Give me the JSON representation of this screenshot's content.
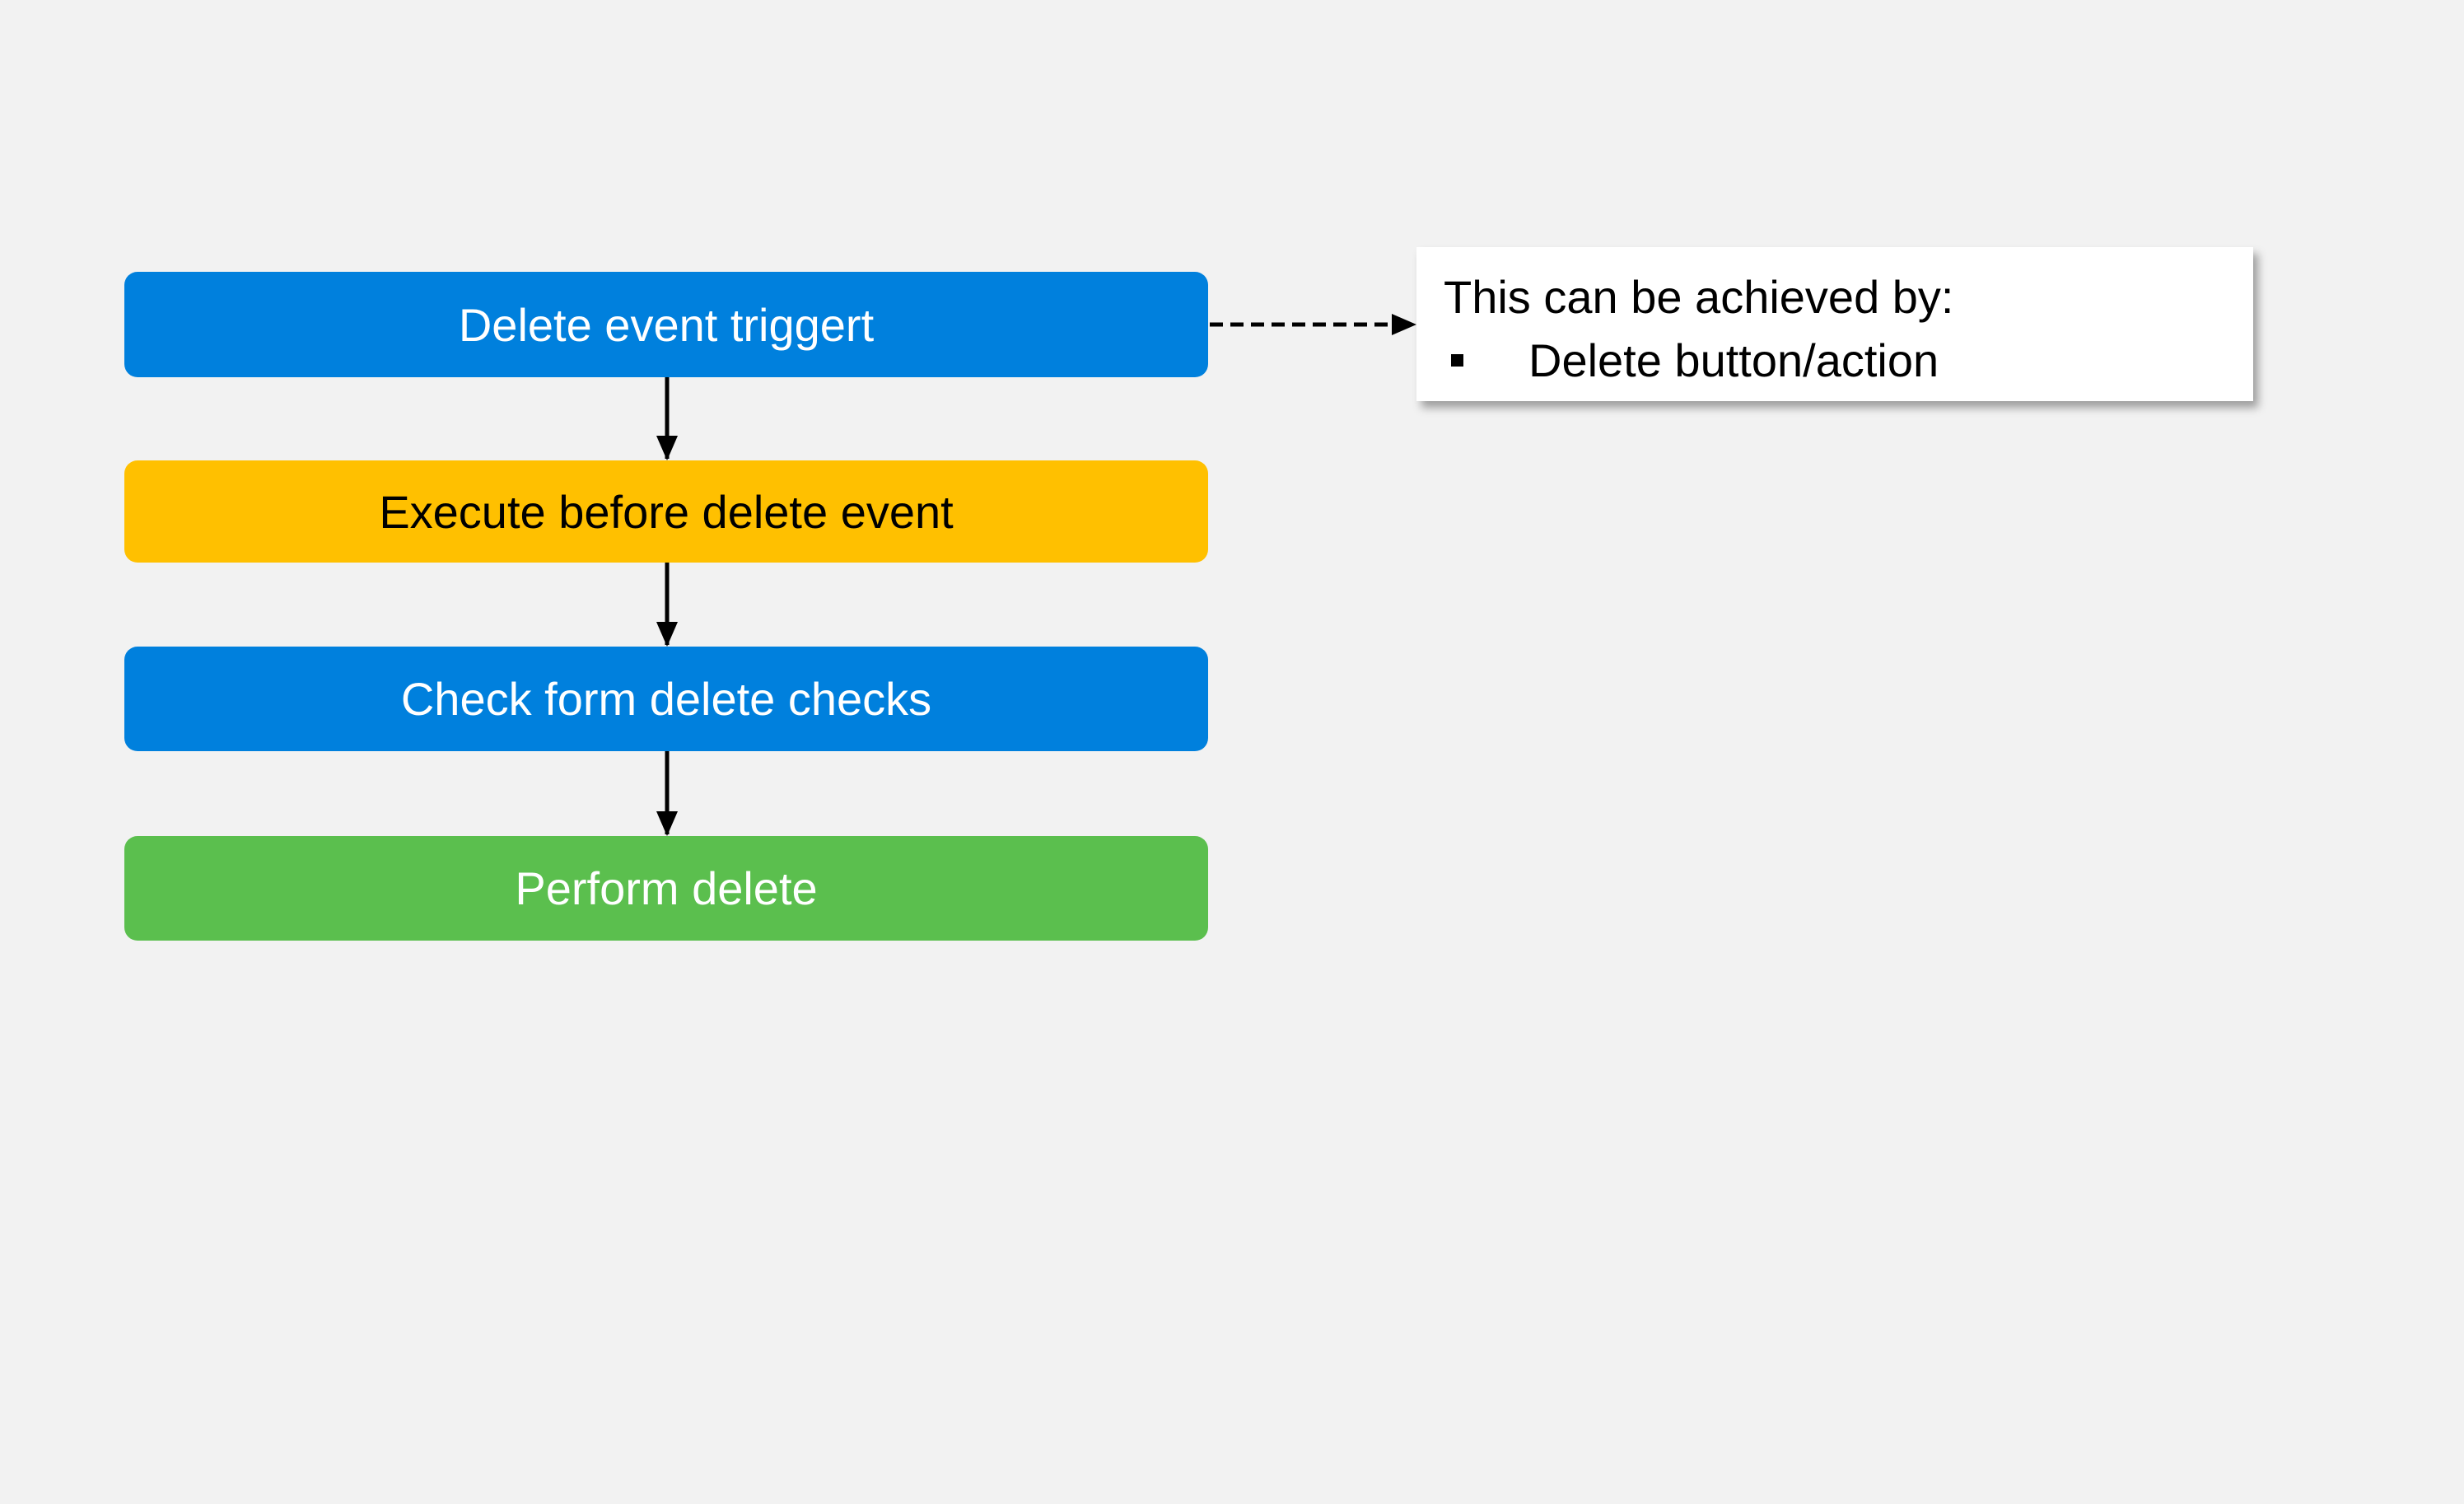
{
  "colors": {
    "background": "#f2f2f2",
    "blue": "#0080dd",
    "amber": "#ffc000",
    "green": "#5bbf4e",
    "white_text": "#ffffff",
    "dark_text": "#000000",
    "arrow": "#000000"
  },
  "flow": {
    "steps": [
      {
        "label": "Delete event triggert",
        "color": "#0080dd",
        "text_color": "#ffffff"
      },
      {
        "label": "Execute before delete event",
        "color": "#ffc000",
        "text_color": "#000000"
      },
      {
        "label": "Check form delete checks",
        "color": "#0080dd",
        "text_color": "#ffffff"
      },
      {
        "label": "Perform delete",
        "color": "#5bbf4e",
        "text_color": "#ffffff"
      }
    ]
  },
  "note": {
    "title": "This can be achieved by:",
    "items": [
      "Delete button/action"
    ],
    "bullet_icon": "square-bullet-icon"
  }
}
